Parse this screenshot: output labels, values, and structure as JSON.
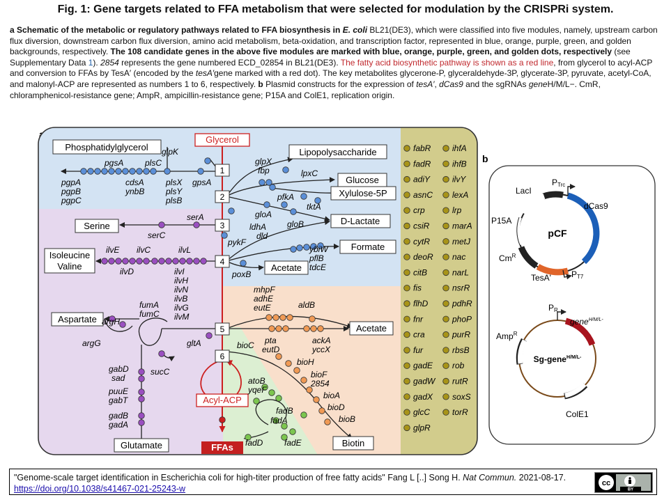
{
  "title": "Fig. 1: Gene targets related to FFA metabolism that were selected for modulation by the CRISPRi system.",
  "caption": {
    "a_label": "a",
    "p1": " Schematic of the metabolic or regulatory pathways related to FFA biosynthesis in ",
    "ecoli": "E. coli",
    "p2": " BL21(DE3)",
    "p3": ", which were classified into five modules, namely, upstream carbon flux diversion, downstream carbon flux diversion, amino acid metabolism, beta-oxidation, and transcription factor, represented in blue, orange, purple, green, and golden backgrounds, respectively. ",
    "p4": "The 108 candidate genes in the above five modules are marked with blue, orange, purple, green, and golden dots, respectively",
    "p5": " (see Supplementary Data ",
    "p5_link": "1",
    "p6": "). ",
    "p6_italic": "2854",
    "p7": " represents the gene numbered ECD_02854 in BL21(DE3). ",
    "p8_red": "The fatty acid biosynthetic pathway is shown as a red line",
    "p9": ", from glycerol to acyl-ACP and conversion to FFAs by TesA′ (encoded by the ",
    "p9_italic": "tesA′",
    "p10": "gene marked with a red dot). The key metabolites glycerone-P, glyceraldehyde-3P, glycerate-3P, pyruvate, acetyl-CoA, and malonyl-ACP are represented as numbers 1 to 6, respectively. ",
    "b_label": "b",
    "p11": " Plasmid constructs for the expression of ",
    "p11_i1": "tesA′",
    "p11_c1": ", ",
    "p11_i2": "dCas9",
    "p11_c2": " and the sgRNAs ",
    "p11_i3": "gene",
    "p12": "H/M/L−. CmR, chloramphenicol-resistance gene; AmpR, ampicillin-resistance gene; P15A and ColE1, replication origin."
  },
  "panel_a": {
    "label": "a",
    "metabolites": {
      "glycerol": "Glycerol",
      "phosphatidylglycerol": "Phosphatidylglycerol",
      "lipopolysaccharide": "Lipopolysaccharide",
      "glucose": "Glucose",
      "xylulose": "Xylulose-5P",
      "dlactate": "D-Lactate",
      "serine": "Serine",
      "formate": "Formate",
      "isoleucine": "Isoleucine",
      "valine": "Valine",
      "acetate1": "Acetate",
      "aspartate": "Aspartate",
      "acetate2": "Acetate",
      "acylacp": "Acyl-ACP",
      "ffas": "FFAs",
      "glutamate": "Glutamate",
      "biotin": "Biotin"
    },
    "numbers": [
      "1",
      "2",
      "3",
      "4",
      "5",
      "6"
    ],
    "genes": {
      "glpK": "glpK",
      "pgsA": "pgsA",
      "plsC": "plsC",
      "gpsA": "gpsA",
      "pgpA": "pgpA",
      "pgpB": "pgpB",
      "pgpC": "pgpC",
      "cdsA": "cdsA",
      "ynbB": "ynbB",
      "plsX": "plsX",
      "plsY": "plsY",
      "plsB": "plsB",
      "glpX": "glpX",
      "fbp": "fbp",
      "lpxC": "lpxC",
      "pfkA": "pfkA",
      "tktA": "tktA",
      "gloA": "gloA",
      "gloB": "gloB",
      "serA": "serA",
      "serC": "serC",
      "ldhA": "ldhA",
      "dld": "dld",
      "pykF": "pykF",
      "ilvE": "ilvE",
      "ilvC": "ilvC",
      "ilvL": "ilvL",
      "ilvD": "ilvD",
      "ilvI": "ilvI",
      "ilvH": "ilvH",
      "ilvN": "ilvN",
      "ilvB": "ilvB",
      "ilvG": "ilvG",
      "ilvM": "ilvM",
      "ybiW": "ybiW",
      "pflB": "pflB",
      "tdcE": "tdcE",
      "poxB": "poxB",
      "mhpF": "mhpF",
      "adhE": "adhE",
      "eutE": "eutE",
      "aldB": "aldB",
      "fumA": "fumA",
      "fumC": "fumC",
      "argH": "argH",
      "argG": "argG",
      "gltA": "gltA",
      "pta": "pta",
      "eutD": "eutD",
      "ackA": "ackA",
      "yccX": "yccX",
      "sucC": "sucC",
      "bioC": "bioC",
      "bioH": "bioH",
      "bioF": "bioF",
      "n2854": "2854",
      "bioA": "bioA",
      "bioD": "bioD",
      "bioB": "bioB",
      "gabD": "gabD",
      "sad": "sad",
      "puuE": "puuE",
      "gabT": "gabT",
      "gadB": "gadB",
      "gadA": "gadA",
      "atoB": "atoB",
      "yqeF": "yqeF",
      "fadB": "fadB",
      "fadA": "fadA",
      "fadD": "fadD",
      "fadE": "fadE"
    },
    "tf_genes": {
      "col1": [
        "fabR",
        "fadR",
        "adiY",
        "asnC",
        "crp",
        "csiR",
        "cytR",
        "deoR",
        "citB",
        "fis",
        "flhD",
        "fnr",
        "cra",
        "fur",
        "gadE",
        "gadW",
        "gadX",
        "glcC",
        "glpR"
      ],
      "col2": [
        "ihfA",
        "ihfB",
        "ilvY",
        "lexA",
        "lrp",
        "marA",
        "metJ",
        "nac",
        "narL",
        "nsrR",
        "pdhR",
        "phoP",
        "purR",
        "rbsB",
        "rob",
        "rutR",
        "soxS",
        "torR"
      ]
    },
    "colors": {
      "blue_bg": "#d3e3f3",
      "purple_bg": "#e6d8ee",
      "orange_bg": "#f9dfcb",
      "green_bg": "#dcefd2",
      "gold_bg": "#d2cc8c",
      "red": "#cc1f1f",
      "blue_dot": "#5b8fd8",
      "purple_dot": "#9a4fc0",
      "orange_dot": "#f09a55",
      "green_dot": "#7cc64f",
      "gold_dot": "#a89418"
    }
  },
  "panel_b": {
    "label": "b",
    "pcf": {
      "name": "pCF",
      "lacI": "LacI",
      "ptrc": "P",
      "ptrc_sub": "Trc",
      "dcas9": "dCas9",
      "p15a": "P15A",
      "cmr": "Cm",
      "cmr_sup": "R",
      "tesa": "TesA'",
      "pt7": "P",
      "pt7_sub": "T7"
    },
    "sg": {
      "name": "Sg-gene",
      "name_sup": "H/M/L-",
      "pr": "P",
      "pr_sub": "R",
      "gene": "gene",
      "gene_sup": "H/M/L-",
      "ampr": "Amp",
      "ampr_sup": "R",
      "cole1": "ColE1"
    }
  },
  "citation": {
    "text": "\"Genome-scale target identification in Escherichia coli for high-titer production of free fatty acids\" Fang L [..] Song H. ",
    "journal": "Nat Commun.",
    "date": " 2021-08-17. ",
    "doi": "https://doi.org/10.1038/s41467-021-25243-w",
    "license_cc": "cc",
    "license_by": "BY"
  }
}
